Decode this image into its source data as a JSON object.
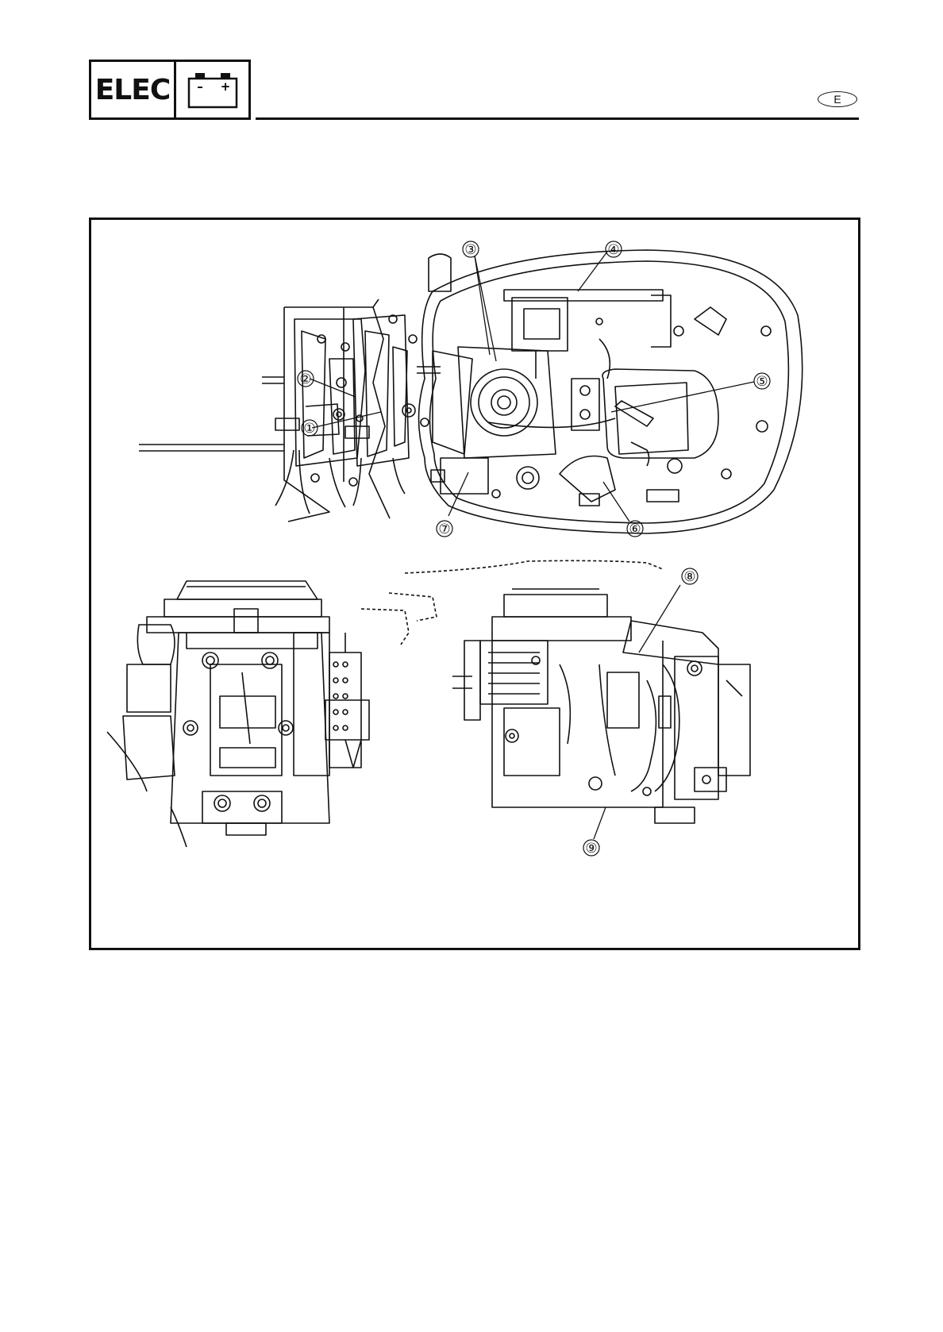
{
  "header": {
    "section_label": "ELEC",
    "battery_icon": "battery-icon",
    "battery_minus": "–",
    "battery_plus": "+",
    "language_badge": "E"
  },
  "figure": {
    "callouts": [
      {
        "label": "①"
      },
      {
        "label": "②"
      },
      {
        "label": "③"
      },
      {
        "label": "④"
      },
      {
        "label": "⑤"
      },
      {
        "label": "⑥"
      },
      {
        "label": "⑦"
      },
      {
        "label": "⑧"
      },
      {
        "label": "⑨"
      }
    ]
  }
}
